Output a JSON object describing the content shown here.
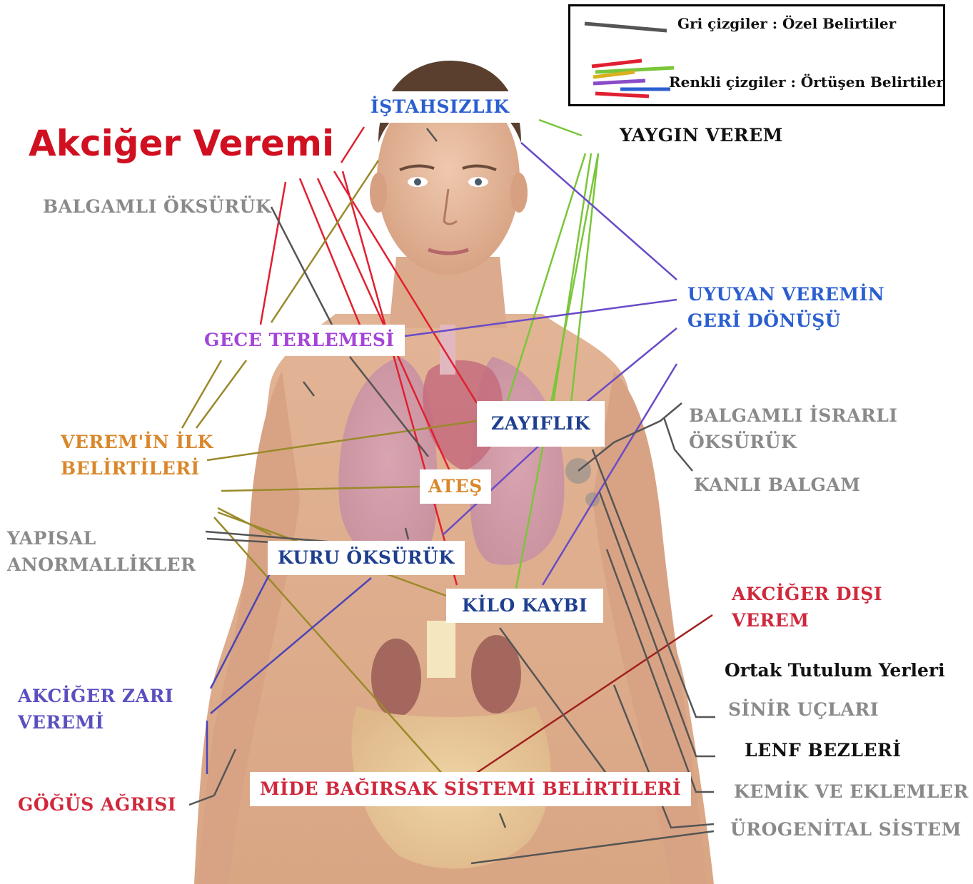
{
  "title": "Akciğer Veremi",
  "legend": {
    "gray_label": "Gri çizgiler  : Özel Belirtiler",
    "color_label": "Renkli çizgiler : Örtüşen Belirtiler"
  },
  "labels": {
    "istahsizlik": "İŞTAHSIZLIK",
    "yaygin_verem": "YAYGIN VEREM",
    "balgamli_oksuruk": "BALGAMLI ÖKSÜRÜK",
    "uyuyan_1": "UYUYAN VEREMİN",
    "uyuyan_2": "GERİ DÖNÜŞÜ",
    "gece_terlemesi": "GECE TERLEMESİ",
    "zayiflik": "ZAYIFLIK",
    "israrli_1": "BALGAMLI İSRARLI",
    "israrli_2": "ÖKSÜRÜK",
    "verem_ilk_1": "VEREM'İN İLK",
    "verem_ilk_2": "BELİRTİLERİ",
    "ates": "ATEŞ",
    "kanli_balgam": "KANLI BALGAM",
    "yapisal_1": "YAPISAL",
    "yapisal_2": "ANORMALLİKLER",
    "kuru_oksuruk": "KURU ÖKSÜRÜK",
    "kilo_kaybi": "KİLO KAYBI",
    "akciger_disi_1": "AKCİĞER DIŞI",
    "akciger_disi_2": "VEREM",
    "ortak_tutulum": "Ortak Tutulum Yerleri",
    "zar_1": "AKCİĞER ZARI",
    "zar_2": "VEREMİ",
    "sinir_uclari": "SİNİR UÇLARI",
    "lenf_bezleri": "LENF BEZLERİ",
    "mide": "MİDE BAĞIRSAK SİSTEMİ BELİRTİLERİ",
    "gogus_agrisi": "GÖĞÜS AĞRISI",
    "kemik": "KEMİK VE EKLEMLER",
    "urogenital": "ÜROGENİTAL SİSTEM"
  },
  "colors": {
    "title_red": "#d01020",
    "blue": "#2b5fd0",
    "navy": "#1f3f8f",
    "purple": "#a445d8",
    "orange": "#d9872a",
    "gray": "#8a8a8a",
    "red": "#d0283c",
    "indigo": "#5a4fc0",
    "black": "#111111",
    "line_gray": "#555555",
    "line_red": "#e02030",
    "line_green": "#7ac63a",
    "line_purple": "#6a4bc8",
    "line_olive": "#9a8a2a"
  }
}
